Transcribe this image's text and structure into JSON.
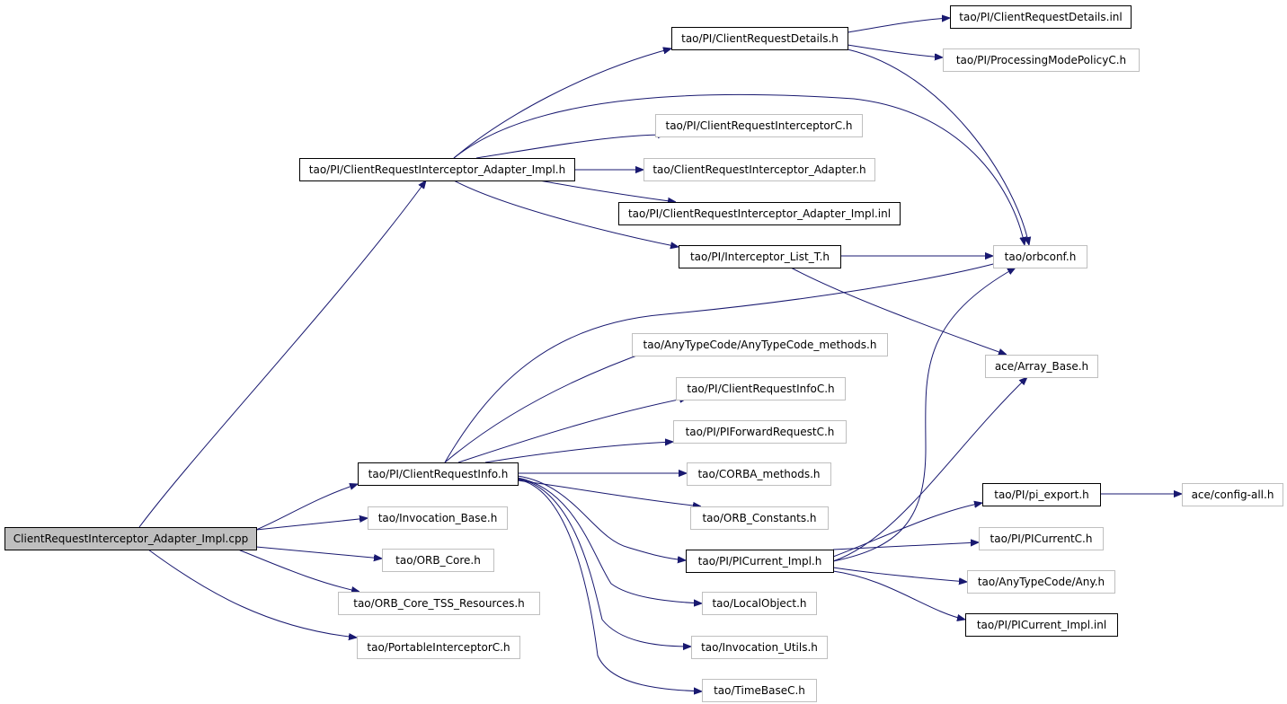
{
  "nodes": [
    {
      "id": "root",
      "label": "ClientRequestInterceptor_Adapter_Impl.cpp",
      "kind": "root"
    },
    {
      "id": "cria_impl_h",
      "label": "tao/PI/ClientRequestInterceptor_Adapter_Impl.h",
      "kind": "documented"
    },
    {
      "id": "crd_h",
      "label": "tao/PI/ClientRequestDetails.h",
      "kind": "documented"
    },
    {
      "id": "crd_inl",
      "label": "tao/PI/ClientRequestDetails.inl",
      "kind": "documented"
    },
    {
      "id": "pmp_h",
      "label": "tao/PI/ProcessingModePolicyC.h",
      "kind": "external"
    },
    {
      "id": "cric_h",
      "label": "tao/PI/ClientRequestInterceptorC.h",
      "kind": "external"
    },
    {
      "id": "cria_h",
      "label": "tao/ClientRequestInterceptor_Adapter.h",
      "kind": "external"
    },
    {
      "id": "cria_impl_inl",
      "label": "tao/PI/ClientRequestInterceptor_Adapter_Impl.inl",
      "kind": "documented"
    },
    {
      "id": "ilt_h",
      "label": "tao/PI/Interceptor_List_T.h",
      "kind": "documented"
    },
    {
      "id": "orbconf_h",
      "label": "tao/orbconf.h",
      "kind": "external"
    },
    {
      "id": "anytc_h",
      "label": "tao/AnyTypeCode/AnyTypeCode_methods.h",
      "kind": "external"
    },
    {
      "id": "arraybase_h",
      "label": "ace/Array_Base.h",
      "kind": "external"
    },
    {
      "id": "cric_info_h",
      "label": "tao/PI/ClientRequestInfoC.h",
      "kind": "external"
    },
    {
      "id": "pifwd_h",
      "label": "tao/PI/PIForwardRequestC.h",
      "kind": "external"
    },
    {
      "id": "cri_h",
      "label": "tao/PI/ClientRequestInfo.h",
      "kind": "documented"
    },
    {
      "id": "corba_h",
      "label": "tao/CORBA_methods.h",
      "kind": "external"
    },
    {
      "id": "piexport_h",
      "label": "tao/PI/pi_export.h",
      "kind": "documented"
    },
    {
      "id": "configall_h",
      "label": "ace/config-all.h",
      "kind": "external"
    },
    {
      "id": "invbase_h",
      "label": "tao/Invocation_Base.h",
      "kind": "external"
    },
    {
      "id": "orbconst_h",
      "label": "tao/ORB_Constants.h",
      "kind": "external"
    },
    {
      "id": "picurrentc_h",
      "label": "tao/PI/PICurrentC.h",
      "kind": "external"
    },
    {
      "id": "orbcore_h",
      "label": "tao/ORB_Core.h",
      "kind": "external"
    },
    {
      "id": "picurimpl_h",
      "label": "tao/PI/PICurrent_Impl.h",
      "kind": "documented"
    },
    {
      "id": "any_h",
      "label": "tao/AnyTypeCode/Any.h",
      "kind": "external"
    },
    {
      "id": "tss_h",
      "label": "tao/ORB_Core_TSS_Resources.h",
      "kind": "external"
    },
    {
      "id": "localobj_h",
      "label": "tao/LocalObject.h",
      "kind": "external"
    },
    {
      "id": "picurimpl_inl",
      "label": "tao/PI/PICurrent_Impl.inl",
      "kind": "documented"
    },
    {
      "id": "portable_h",
      "label": "tao/PortableInterceptorC.h",
      "kind": "external"
    },
    {
      "id": "invutils_h",
      "label": "tao/Invocation_Utils.h",
      "kind": "external"
    },
    {
      "id": "timebase_h",
      "label": "tao/TimeBaseC.h",
      "kind": "external"
    }
  ],
  "edges": [
    {
      "from": "root",
      "to": "cria_impl_h"
    },
    {
      "from": "root",
      "to": "cri_h"
    },
    {
      "from": "root",
      "to": "invbase_h"
    },
    {
      "from": "root",
      "to": "orbcore_h"
    },
    {
      "from": "root",
      "to": "tss_h"
    },
    {
      "from": "root",
      "to": "portable_h"
    },
    {
      "from": "cria_impl_h",
      "to": "crd_h"
    },
    {
      "from": "cria_impl_h",
      "to": "orbconf_h"
    },
    {
      "from": "cria_impl_h",
      "to": "cric_h"
    },
    {
      "from": "cria_impl_h",
      "to": "cria_h"
    },
    {
      "from": "cria_impl_h",
      "to": "cria_impl_inl"
    },
    {
      "from": "cria_impl_h",
      "to": "ilt_h"
    },
    {
      "from": "crd_h",
      "to": "crd_inl"
    },
    {
      "from": "crd_h",
      "to": "pmp_h"
    },
    {
      "from": "crd_h",
      "to": "orbconf_h"
    },
    {
      "from": "ilt_h",
      "to": "orbconf_h"
    },
    {
      "from": "ilt_h",
      "to": "arraybase_h"
    },
    {
      "from": "cri_h",
      "to": "orbconf_h"
    },
    {
      "from": "cri_h",
      "to": "anytc_h"
    },
    {
      "from": "cri_h",
      "to": "cric_info_h"
    },
    {
      "from": "cri_h",
      "to": "pifwd_h"
    },
    {
      "from": "cri_h",
      "to": "corba_h"
    },
    {
      "from": "cri_h",
      "to": "orbconst_h"
    },
    {
      "from": "cri_h",
      "to": "picurimpl_h"
    },
    {
      "from": "cri_h",
      "to": "localobj_h"
    },
    {
      "from": "cri_h",
      "to": "invutils_h"
    },
    {
      "from": "cri_h",
      "to": "timebase_h"
    },
    {
      "from": "picurimpl_h",
      "to": "orbconf_h"
    },
    {
      "from": "picurimpl_h",
      "to": "arraybase_h"
    },
    {
      "from": "picurimpl_h",
      "to": "piexport_h"
    },
    {
      "from": "picurimpl_h",
      "to": "picurrentc_h"
    },
    {
      "from": "picurimpl_h",
      "to": "any_h"
    },
    {
      "from": "picurimpl_h",
      "to": "picurimpl_inl"
    },
    {
      "from": "piexport_h",
      "to": "configall_h"
    }
  ]
}
